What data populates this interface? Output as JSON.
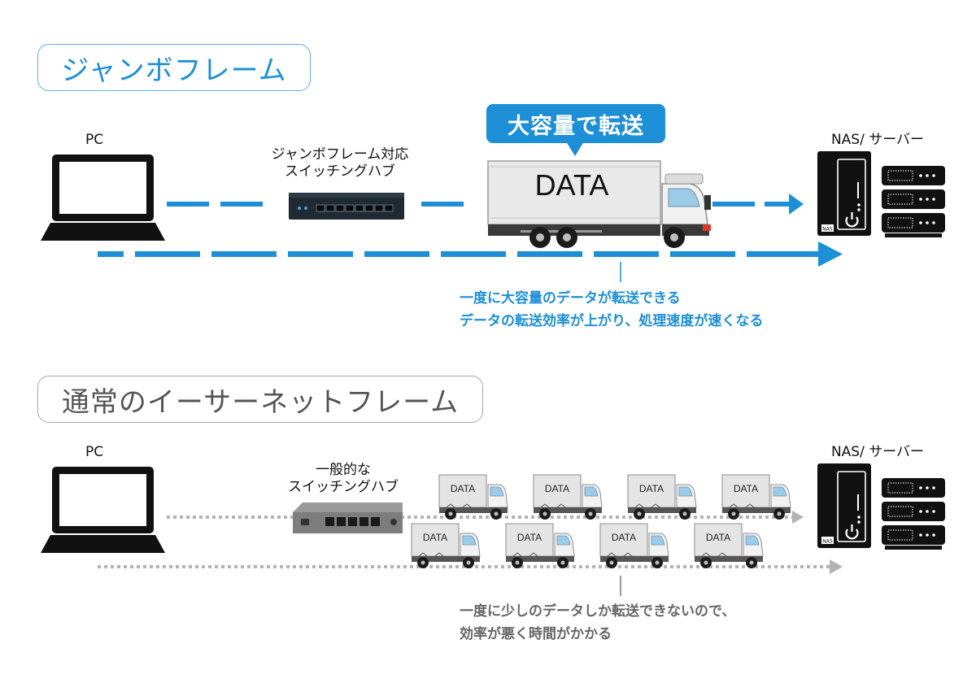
{
  "jumbo": {
    "title": "ジャンボフレーム",
    "pc_label": "PC",
    "switch_label_1": "ジャンボフレーム対応",
    "switch_label_2": "スイッチングハブ",
    "callout": "大容量で転送",
    "truck_text": "DATA",
    "nas_label": "NAS/ サーバー",
    "nas_tag": "NAS",
    "caption_1": "一度に大容量のデータが転送できる",
    "caption_2": "データの転送効率が上がり、処理速度が速くなる"
  },
  "normal": {
    "title": "通常のイーサーネットフレーム",
    "pc_label": "PC",
    "switch_label_1": "一般的な",
    "switch_label_2": "スイッチングハブ",
    "truck_text": "DATA",
    "nas_label": "NAS/ サーバー",
    "nas_tag": "NAS",
    "caption_1": "一度に少しのデータしか転送できないので、",
    "caption_2": "効率が悪く時間がかかる"
  },
  "colors": {
    "accent_blue": "#1d8fd6",
    "flow_gray": "#b3b3b3",
    "device_black": "#111111"
  }
}
